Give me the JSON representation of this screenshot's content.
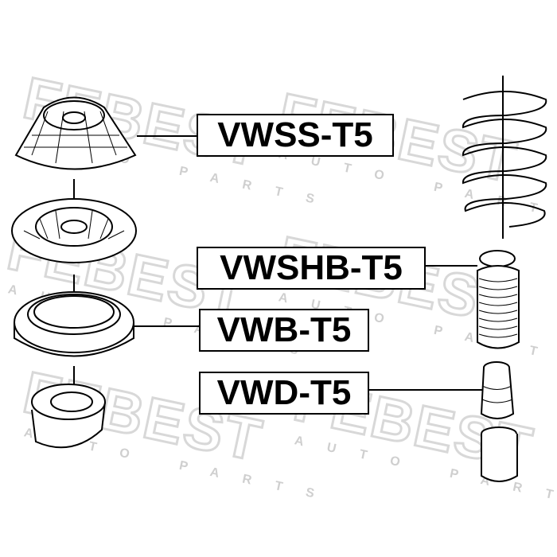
{
  "watermark": {
    "brand": "FEBEST",
    "sub": "AUTO PARTS"
  },
  "parts": [
    {
      "code": "VWSS-T5"
    },
    {
      "code": "VWSHB-T5"
    },
    {
      "code": "VWB-T5"
    },
    {
      "code": "VWD-T5"
    }
  ]
}
